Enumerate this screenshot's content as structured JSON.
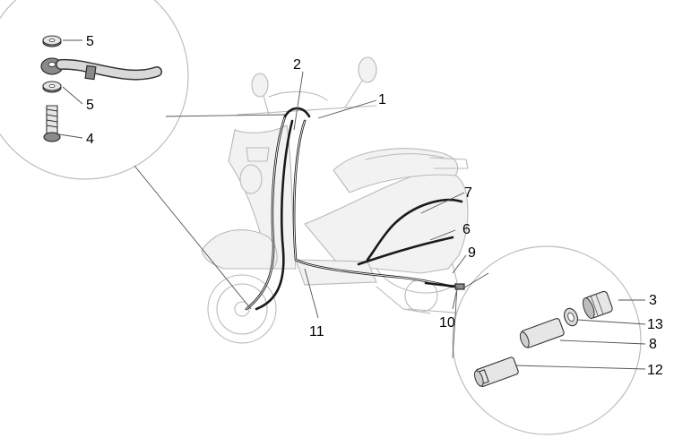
{
  "callouts": {
    "c1": "1",
    "c2": "2",
    "c3": "3",
    "c4": "4",
    "c5a": "5",
    "c5b": "5",
    "c6": "6",
    "c7": "7",
    "c8": "8",
    "c9": "9",
    "c10": "10",
    "c11": "11",
    "c12": "12",
    "c13": "13"
  },
  "icons": {
    "scooter": "scooter-outline-icon",
    "detail_left": "brake-cable-fitting-detail",
    "detail_right": "cable-sheath-adjuster-detail"
  },
  "colors": {
    "cable": "#1a1a1a",
    "outline": "#b9b9b9",
    "detail_circle": "#bdbdbd"
  }
}
